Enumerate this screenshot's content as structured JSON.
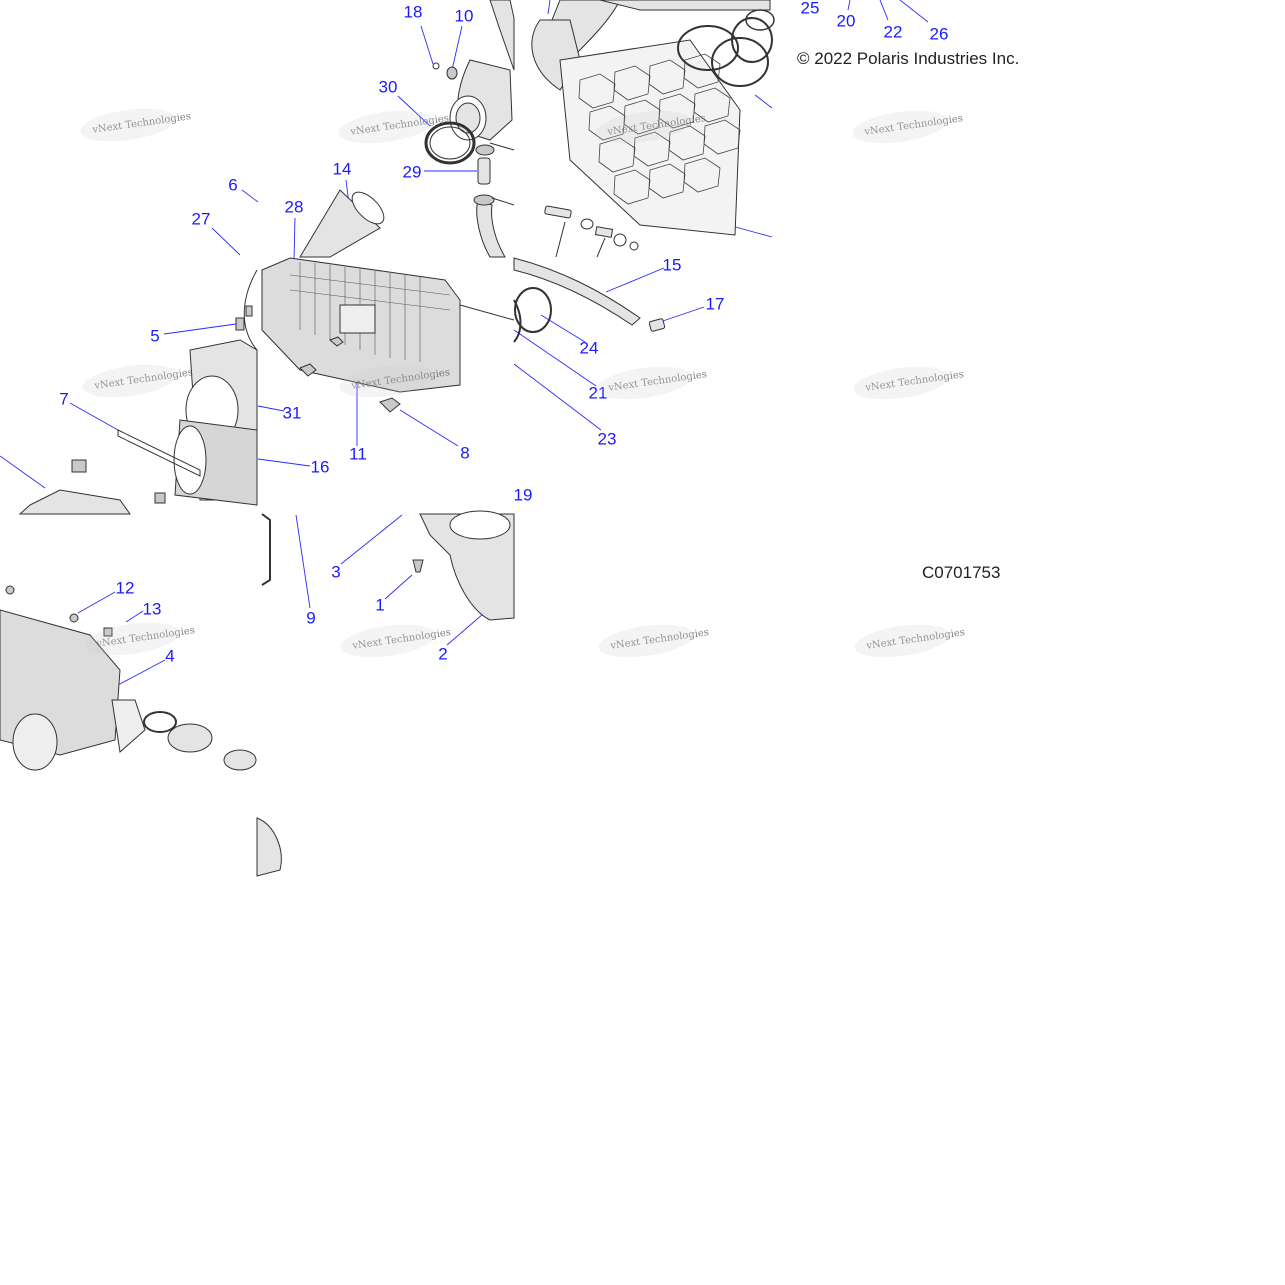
{
  "colors": {
    "callout": "#1a1aff",
    "leader": "#2b2bff",
    "line_art": "#333333",
    "fill_light": "#e4e4e4",
    "fill_mid": "#c9c9c9"
  },
  "copyright": "© 2022 Polaris Industries Inc.",
  "figure_code": "C0701753",
  "watermark_text": "vNext Technologies",
  "callouts": [
    {
      "label": "18"
    },
    {
      "label": "10"
    },
    {
      "label": "25"
    },
    {
      "label": "20"
    },
    {
      "label": "22"
    },
    {
      "label": "26"
    },
    {
      "label": "30"
    },
    {
      "label": "29"
    },
    {
      "label": "14"
    },
    {
      "label": "6"
    },
    {
      "label": "28"
    },
    {
      "label": "27"
    },
    {
      "label": "15"
    },
    {
      "label": "17"
    },
    {
      "label": "5"
    },
    {
      "label": "24"
    },
    {
      "label": "31"
    },
    {
      "label": "21"
    },
    {
      "label": "7"
    },
    {
      "label": "11"
    },
    {
      "label": "8"
    },
    {
      "label": "23"
    },
    {
      "label": "16"
    },
    {
      "label": "19"
    },
    {
      "label": "3"
    },
    {
      "label": "12"
    },
    {
      "label": "13"
    },
    {
      "label": "1"
    },
    {
      "label": "9"
    },
    {
      "label": "4"
    },
    {
      "label": "2"
    }
  ]
}
